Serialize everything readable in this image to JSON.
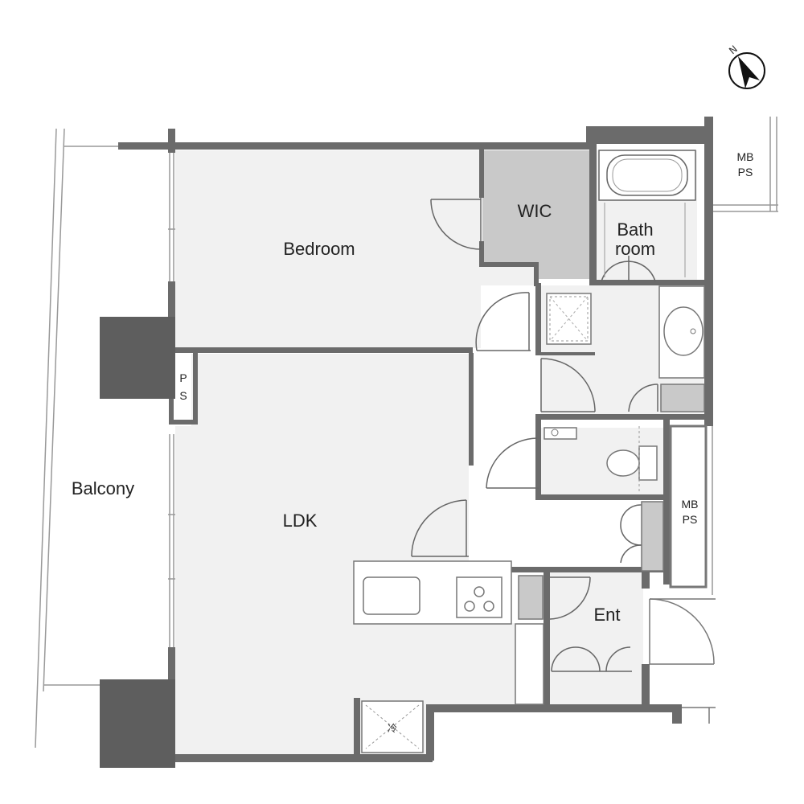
{
  "rooms": {
    "bedroom": "Bedroom",
    "wic": "WIC",
    "bath_line1": "Bath",
    "bath_line2": "room",
    "ldk": "LDK",
    "balcony": "Balcony",
    "entrance": "Ent"
  },
  "shafts": {
    "mbps_top_line1": "MB",
    "mbps_top_line2": "PS",
    "mbps_mid_line1": "MB",
    "mbps_mid_line2": "PS",
    "ps_line1": "P",
    "ps_line2": "S"
  },
  "fixtures": {
    "fridge_mark": "冷"
  },
  "compass": {
    "north_label": "N"
  },
  "colors": {
    "wall": "#6b6b6b",
    "column": "#5e5e5e",
    "floor_light": "#f1f1f1",
    "floor_wic": "#c9c9c9",
    "line": "#555555"
  }
}
